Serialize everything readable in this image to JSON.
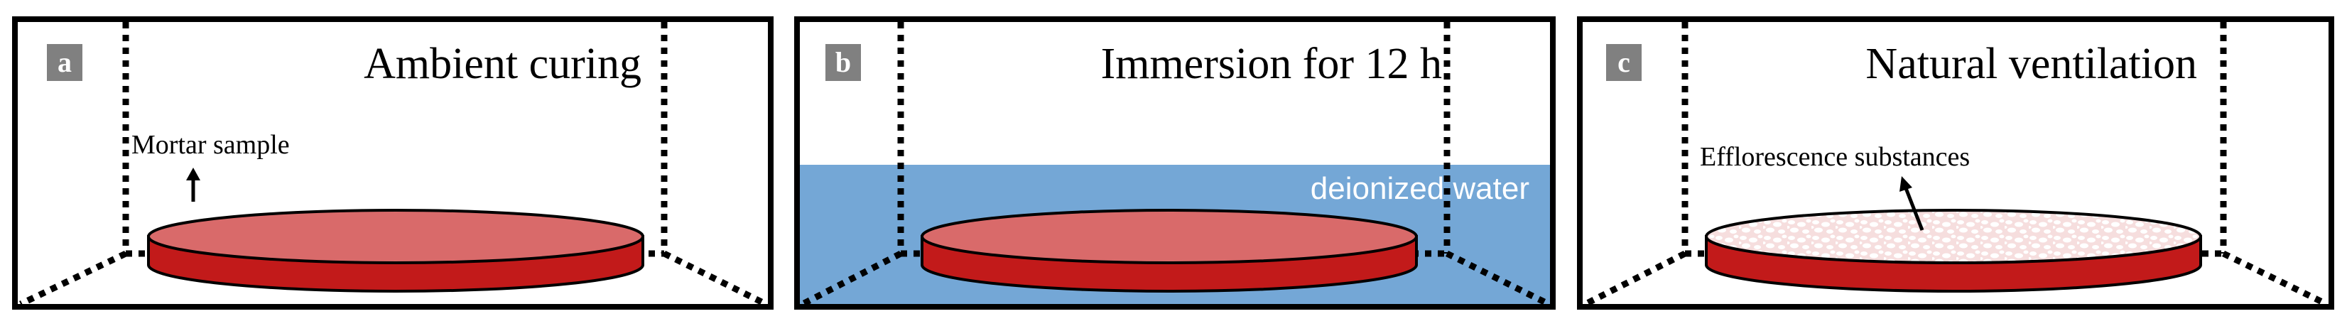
{
  "figure": {
    "panels": [
      {
        "label": "a",
        "title": "Ambient curing",
        "annotation": "Mortar sample"
      },
      {
        "label": "b",
        "title": "Immersion for 12 h",
        "annotation": "deionized water"
      },
      {
        "label": "c",
        "title": "Natural ventilation",
        "annotation": "Efflorescence substances"
      }
    ]
  },
  "colors": {
    "frame": "#000000",
    "label_bg": "#808080",
    "sample_side": "#c21a1a",
    "sample_top": "#d96a6a",
    "water": "#74a7d6",
    "efflorescence_top": "#f6dede",
    "efflorescence_spot": "#ffffff"
  }
}
